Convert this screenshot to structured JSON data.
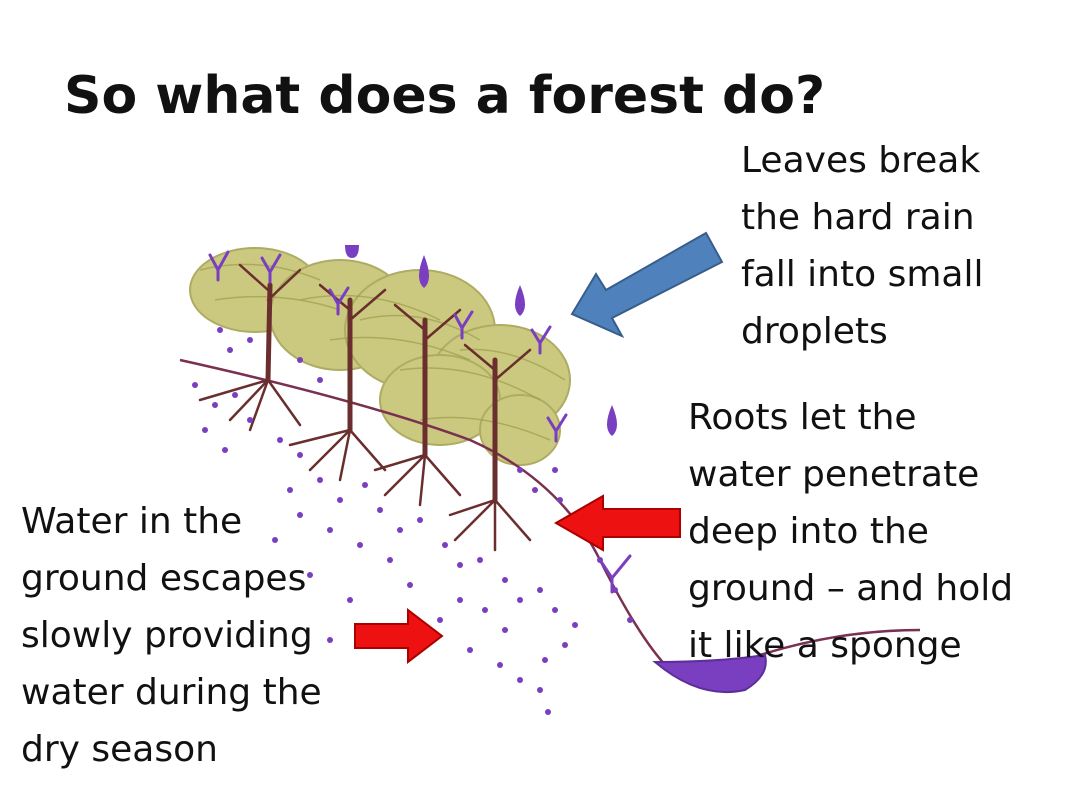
{
  "slide": {
    "title": "So what does a forest do?",
    "captions": {
      "leaves": [
        "Leaves break",
        "the hard rain",
        "fall into small",
        "droplets"
      ],
      "roots": [
        "Roots let the",
        "water penetrate",
        "deep into the",
        "ground – and hold",
        "it like a sponge"
      ],
      "groundwater": [
        "Water in the",
        "ground escapes",
        "slowly providing",
        "water during the",
        "dry season"
      ]
    },
    "colors": {
      "blue_arrow": "#4f81bd",
      "red_arrow": "#ee1111",
      "canopy": "#c9c77a",
      "trunk": "#6b2e2e",
      "water": "#7a3fc0"
    },
    "icons": [
      "blue-arrow",
      "red-arrow",
      "tree",
      "raindrop",
      "flower"
    ]
  }
}
